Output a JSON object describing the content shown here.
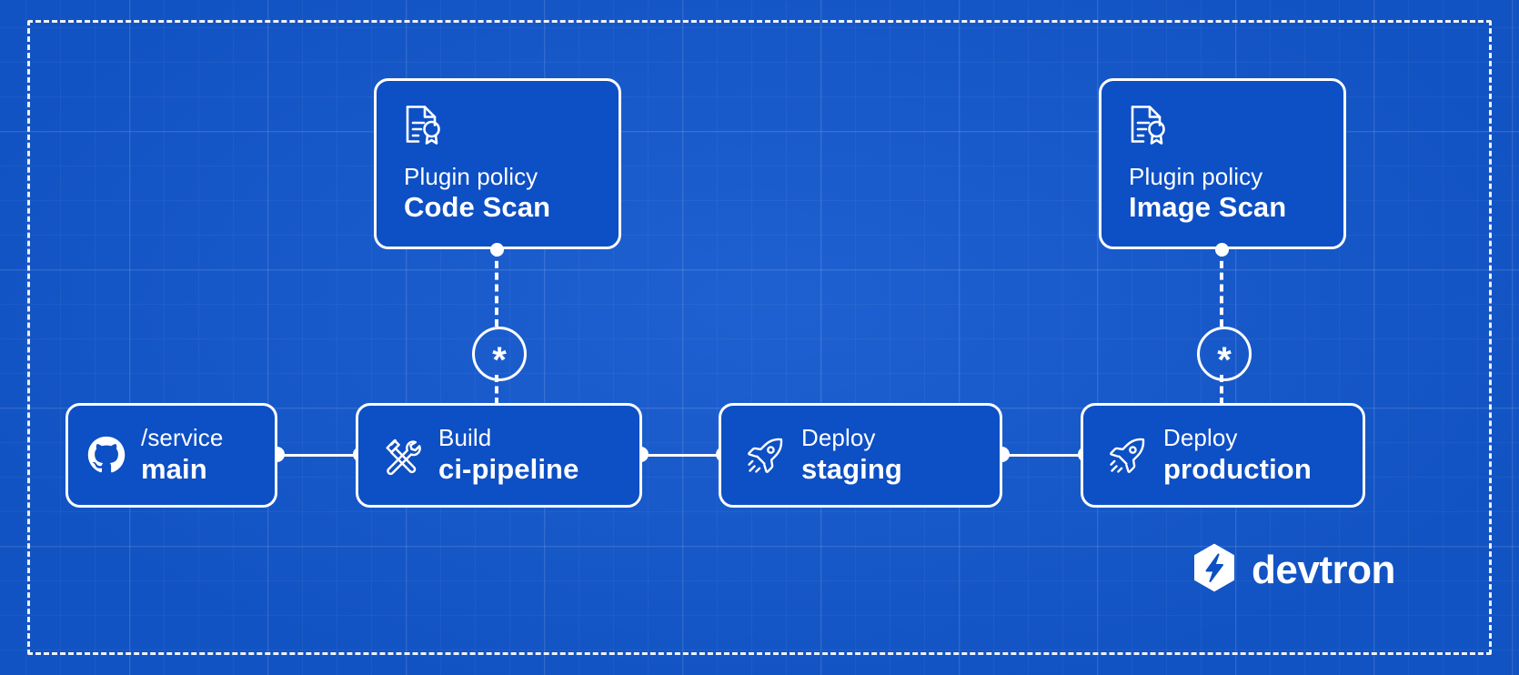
{
  "canvas": {
    "background_color": "#1358cf",
    "node_fill_color": "#0d4fc4",
    "stroke_color": "#ffffff",
    "border_style": "dashed"
  },
  "policy_cards": [
    {
      "icon": "document-certificate-icon",
      "sub_label": "Plugin policy",
      "title": "Code Scan"
    },
    {
      "icon": "document-certificate-icon",
      "sub_label": "Plugin policy",
      "title": "Image Scan"
    }
  ],
  "pipeline_nodes": [
    {
      "icon": "github-icon",
      "sub_label": "/service",
      "title": "main"
    },
    {
      "icon": "hammer-wrench-icon",
      "sub_label": "Build",
      "title": "ci-pipeline"
    },
    {
      "icon": "rocket-icon",
      "sub_label": "Deploy",
      "title": "staging"
    },
    {
      "icon": "rocket-icon",
      "sub_label": "Deploy",
      "title": "production"
    }
  ],
  "connector_badges": [
    {
      "symbol": "*"
    },
    {
      "symbol": "*"
    }
  ],
  "brand": {
    "logo_icon": "devtron-hexagon-logo",
    "wordmark": "devtron"
  }
}
